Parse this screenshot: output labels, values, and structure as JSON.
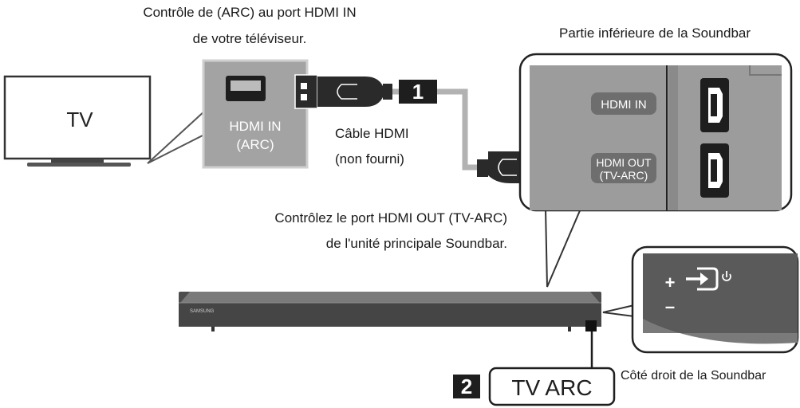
{
  "tv": {
    "label": "TV"
  },
  "tv_port": {
    "title_line1": "Contrôle de (ARC) au port HDMI IN",
    "title_line2": "de votre téléviseur.",
    "label_line1": "HDMI IN",
    "label_line2": "(ARC)"
  },
  "cable": {
    "label_line1": "Câble HDMI",
    "label_line2": "(non fourni)"
  },
  "soundbar_bottom": {
    "title": "Partie inférieure de la Soundbar",
    "port_in_label": "HDMI IN",
    "port_out_label_line1": "HDMI OUT",
    "port_out_label_line2": "(TV-ARC)"
  },
  "main_unit": {
    "instruction_line1": "Contrôlez le port HDMI OUT (TV-ARC)",
    "instruction_line2": "de l'unité principale Soundbar.",
    "brand": "SAMSUNG"
  },
  "soundbar_side": {
    "title": "Côté droit de la Soundbar",
    "plus": "+",
    "minus": "–",
    "source_icon": "source-input-icon",
    "power_icon": "power-icon"
  },
  "steps": {
    "step1": "1",
    "step2": "2",
    "step2_label": "TV ARC"
  },
  "colors": {
    "panel_gray": "#9a9a9a",
    "dark": "#1e1e1e",
    "cable_gray": "#a8a8a8",
    "soundbar": "#4a4a4a"
  }
}
